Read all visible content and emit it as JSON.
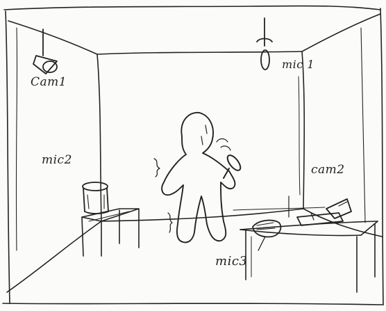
{
  "labels": {
    "cam1": "Cam1",
    "mic1": "mic 1",
    "mic2": "mic2",
    "cam2": "cam2",
    "mic3": "mic3"
  },
  "style": {
    "ink_color": "#222222",
    "paper_color": "#fbfbf9"
  }
}
